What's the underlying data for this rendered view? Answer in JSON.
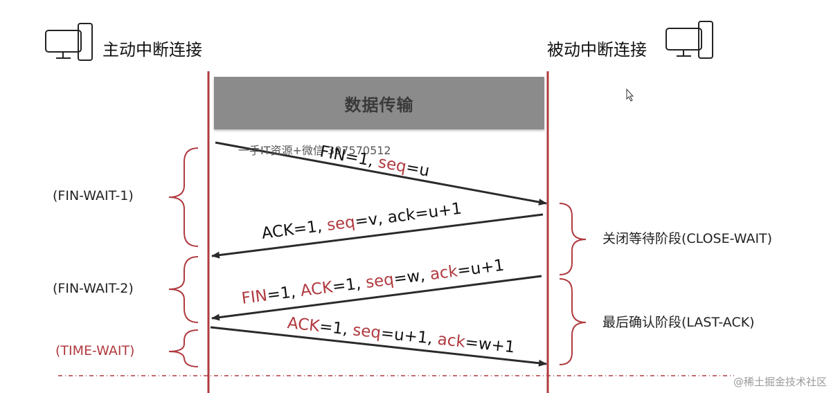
{
  "hosts": {
    "left_label": "主动中断连接",
    "right_label": "被动中断连接",
    "computer_icon": "computer-icon"
  },
  "band": {
    "label": "数据传输"
  },
  "watermark": "一手IT资源+微信 307570512",
  "messages": [
    {
      "id": "fin1",
      "parts": [
        {
          "t": "FIN=1, ",
          "red": false
        },
        {
          "t": "seq",
          "red": true
        },
        {
          "t": "=u",
          "red": false
        }
      ]
    },
    {
      "id": "ack1",
      "parts": [
        {
          "t": "ACK=1, ",
          "red": false
        },
        {
          "t": "seq",
          "red": true
        },
        {
          "t": "=v, ack=u+1",
          "red": false
        }
      ]
    },
    {
      "id": "fin2",
      "parts": [
        {
          "t": "FIN",
          "red": true
        },
        {
          "t": "=1, ",
          "red": false
        },
        {
          "t": "ACK",
          "red": true
        },
        {
          "t": "=1, ",
          "red": false
        },
        {
          "t": "seq",
          "red": true
        },
        {
          "t": "=w, ",
          "red": false
        },
        {
          "t": "ack",
          "red": true
        },
        {
          "t": "=u+1",
          "red": false
        }
      ]
    },
    {
      "id": "ack2",
      "parts": [
        {
          "t": "ACK",
          "red": true
        },
        {
          "t": "=1, ",
          "red": false
        },
        {
          "t": "seq",
          "red": true
        },
        {
          "t": "=u+1, ",
          "red": false
        },
        {
          "t": "ack",
          "red": true
        },
        {
          "t": "=w+1",
          "red": false
        }
      ]
    }
  ],
  "left_states": {
    "fin_wait_1": "(FIN-WAIT-1)",
    "fin_wait_2": "(FIN-WAIT-2)",
    "time_wait": "(TIME-WAIT)"
  },
  "right_states": {
    "close_wait": "关闭等待阶段(CLOSE-WAIT)",
    "last_ack": "最后确认阶段(LAST-ACK)"
  },
  "footer": "@稀土掘金技术社区",
  "colors": {
    "timeline": "#b03a3f",
    "arrow": "#2a2a2a",
    "accent_text": "#b03a3f",
    "band": "#8b8b8b"
  }
}
